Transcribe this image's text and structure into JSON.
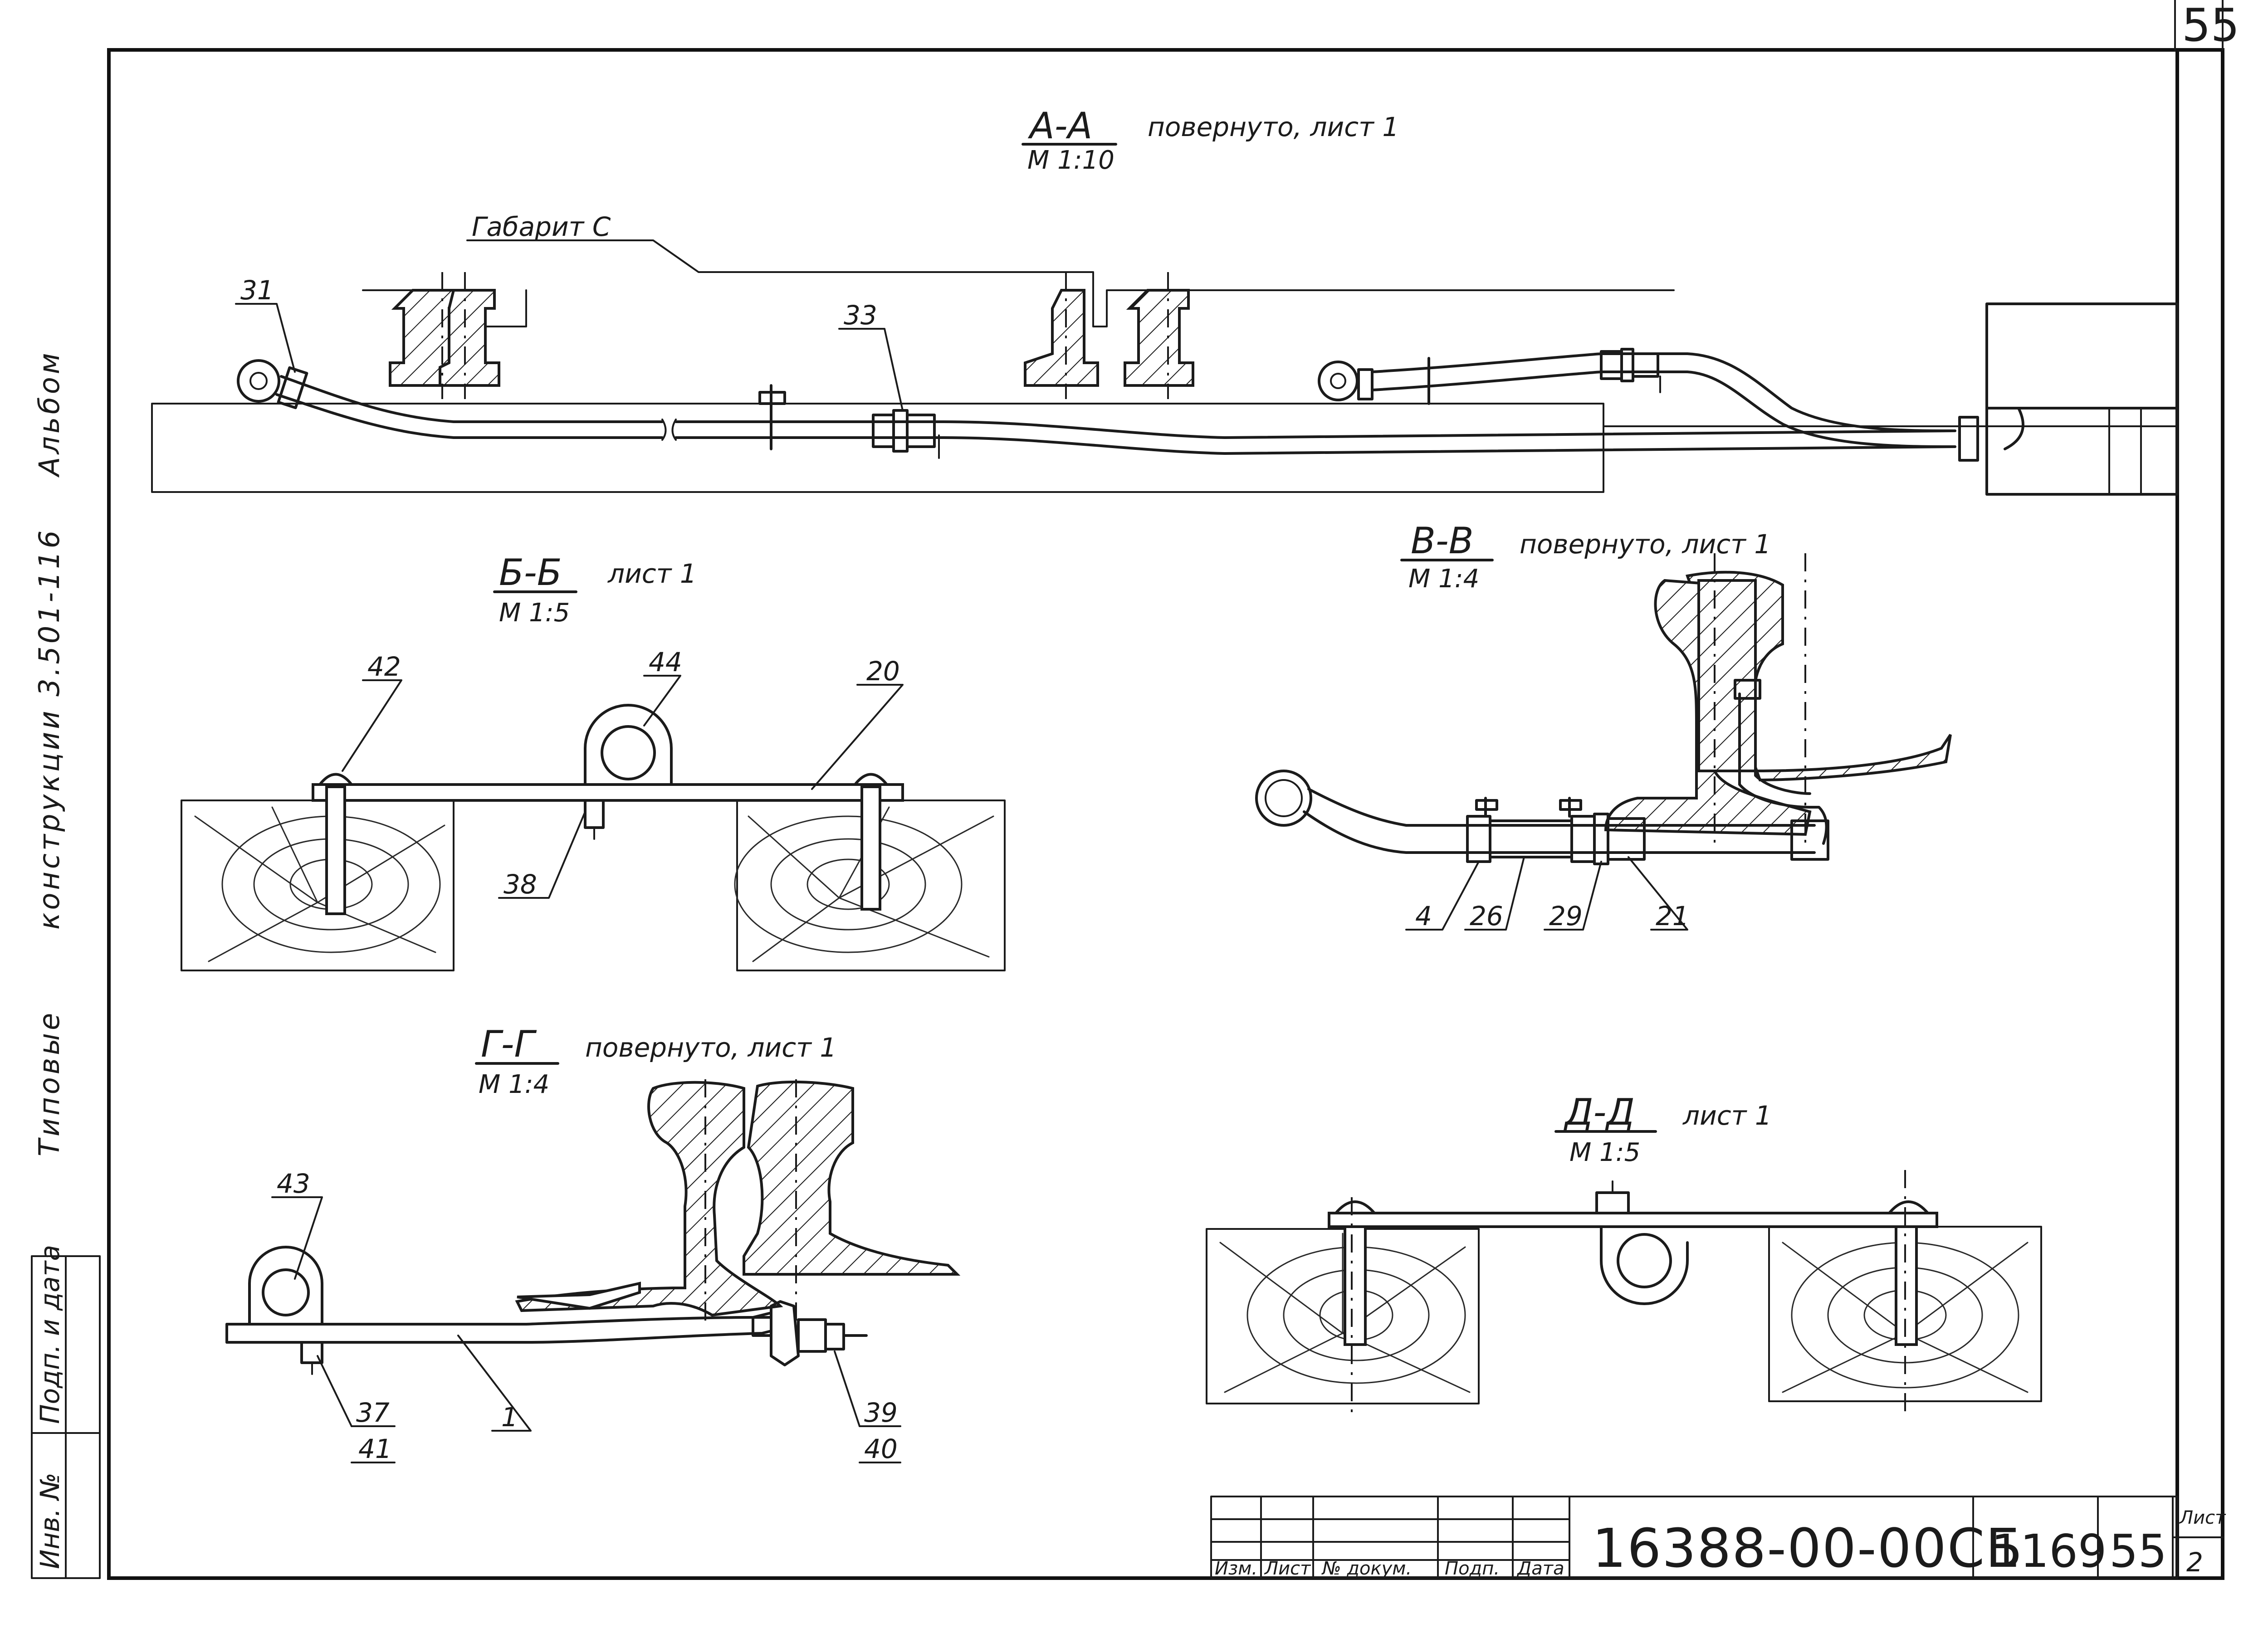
{
  "sections": {
    "aa": {
      "title": "А-А",
      "note": "повернуто, лист 1",
      "scale": "М 1:10",
      "gabarit": "Габарит С"
    },
    "bb": {
      "title": "Б-Б",
      "note": "лист 1",
      "scale": "М 1:5"
    },
    "vv": {
      "title": "В-В",
      "note": "повернуто, лист 1",
      "scale": "М 1:4"
    },
    "gg": {
      "title": "Г-Г",
      "note": "повернуто, лист 1",
      "scale": "М 1:4"
    },
    "dd": {
      "title": "Д-Д",
      "note": "лист 1",
      "scale": "М 1:5"
    }
  },
  "callouts": {
    "p31": "31",
    "p33": "33",
    "p42": "42",
    "p44": "44",
    "p20": "20",
    "p38": "38",
    "p4": "4",
    "p26": "26",
    "p29": "29",
    "p21": "21",
    "p43": "43",
    "p37": "37",
    "p41": "41",
    "p1": "1",
    "p39": "39",
    "p40": "40"
  },
  "side_text": {
    "album": "Альбом",
    "series": "конструкции 3.501-116",
    "series_prefix": "Типовые",
    "sign_date": "Подп. и дата",
    "inv_no": "Инв. №"
  },
  "title_block": {
    "doc_number": "16388-00-00СБ",
    "code": "1169",
    "page": "55",
    "sheet_label": "Лист",
    "sheet_value": "2",
    "columns": [
      "Изм.",
      "Лист",
      "№ докум.",
      "Подп.",
      "Дата"
    ]
  },
  "corner_page": "55"
}
